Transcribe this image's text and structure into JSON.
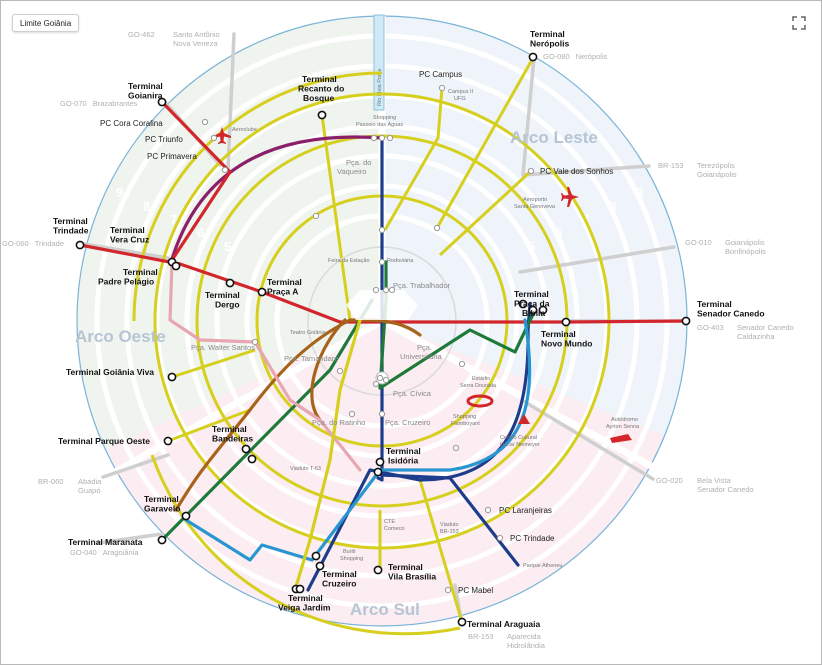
{
  "controls": {
    "toggle_label": "Limite Goiânia"
  },
  "colors": {
    "ring_main": "#d6cf1e",
    "red": "#d2262c",
    "purple": "#8c1f6a",
    "navy": "#1e3c8c",
    "green": "#1f7a3a",
    "cyan": "#2996d1",
    "brown": "#a8631b",
    "pink": "#e7a6b2",
    "highway": "#cfcfcf",
    "outer_ring": "#7ab4d8"
  },
  "arcos": [
    "Arco Leste",
    "Arco Oeste",
    "Arco Sul"
  ],
  "icons": [
    "airplane-icon",
    "airplane-icon",
    "stadium-icon",
    "monument-icon",
    "race-car-icon",
    "expand-icon"
  ],
  "ring_numbers": [
    "9",
    "8",
    "7",
    "6",
    "5",
    "9",
    "8",
    "7",
    "6",
    "5"
  ],
  "terminals": {
    "goianira": [
      "Terminal",
      "Goianira"
    ],
    "recanto": [
      "Terminal",
      "Recanto do",
      "Bosque"
    ],
    "neropolis": [
      "Terminal",
      "Nerópolis"
    ],
    "trindade": [
      "Terminal",
      "Trindade"
    ],
    "vera_cruz": [
      "Terminal",
      "Vera Cruz"
    ],
    "padre_pelagio": [
      "Terminal",
      "Padre Pelágio"
    ],
    "dergo": [
      "Terminal",
      "Dergo"
    ],
    "praca_a": [
      "Terminal",
      "Praça A"
    ],
    "praca_biblia": [
      "Terminal",
      "Praça da",
      "Bíblia"
    ],
    "novo_mundo": [
      "Terminal",
      "Novo Mundo"
    ],
    "senador_canedo": [
      "Terminal",
      "Senador Canedo"
    ],
    "goiania_viva": [
      "Terminal Goiânia Viva"
    ],
    "parque_oeste": [
      "Terminal Parque Oeste"
    ],
    "bandeiras": [
      "Terminal",
      "Bandeiras"
    ],
    "garavelo": [
      "Terminal",
      "Garavelo"
    ],
    "maranata": [
      "Terminal Maranata"
    ],
    "isidoria": [
      "Terminal",
      "Isidória"
    ],
    "cruzeiro": [
      "Terminal",
      "Cruzeiro"
    ],
    "vila_brasilia": [
      "Terminal",
      "Vila Brasília"
    ],
    "veiga_jardim": [
      "Terminal",
      "Veiga Jardim"
    ],
    "araguaia": [
      "Terminal Araguaia"
    ]
  },
  "pcs": {
    "cora_coralina": "PC Cora Coralina",
    "triunfo": "PC Triunfo",
    "primavera": "PC Primavera",
    "campus": "PC Campus",
    "vale_sonhos": "PC Vale dos Sonhos",
    "laranjeiras": "PC Laranjeiras",
    "trindade": "PC Trindade",
    "mabel": "PC Mabel"
  },
  "stations": {
    "pca_vaqueiro": [
      "Pça. do",
      "Vaqueiro"
    ],
    "pca_trabalhador": "Pça. Trabalhador",
    "pca_universitaria": [
      "Pça.",
      "Universitária"
    ],
    "pca_civica": "Pça. Cívica",
    "pca_cruzeiro": "Pça. Cruzeiro",
    "pca_ratinho": "Pça. do Ratinho",
    "pca_tamandare": "Pça. Tamandaré",
    "pca_walter": "Pça. Walter Santos"
  },
  "highways": {
    "go462": [
      "GO-462",
      "Santo Antônio",
      "Nova Veneza"
    ],
    "go070": [
      "GO-070",
      "Brazabrantes"
    ],
    "go080": [
      "GO-080",
      "Nerópolis"
    ],
    "br153n": [
      "BR-153",
      "Terezópolis",
      "Goianápolis"
    ],
    "go010": [
      "GO-010",
      "Goianápolis",
      "Bonfinópolis"
    ],
    "go060": [
      "GO-060",
      "Trindade"
    ],
    "go403": [
      "GO-403",
      "Senador Canedo",
      "Caldazinha"
    ],
    "br060": [
      "BR-060",
      "Abadia",
      "Guapó"
    ],
    "go020": [
      "GO-020",
      "Bela Vista",
      "Senador Canedo"
    ],
    "go040": [
      "GO-040",
      "Aragoiânia"
    ],
    "br153s": [
      "BR-153",
      "Aparecida",
      "Hidrolândia"
    ]
  },
  "small_labels": {
    "mega_ponta": "Rio Meia Ponte",
    "shopping_passeio": [
      "Shopping",
      "Passeio das Águas"
    ],
    "aeroclube": "Aeroclube",
    "campus_ufg": [
      "Campus II",
      "UFG"
    ],
    "aeroporto": [
      "Aeroporto",
      "Santa Genoveva"
    ],
    "feira": "Feira da Estação",
    "rodoviaria": "Rodoviária",
    "teatro": "Teatro Goiânia",
    "estadio": [
      "Estádio",
      "Serra Dourada"
    ],
    "shopping_flamboyant": [
      "Shopping",
      "Flamboyant"
    ],
    "centro_cultural": [
      "Centro Cultural",
      "Oscar Niemeyer"
    ],
    "autodromo": [
      "Autódromo",
      "Ayrton Senna"
    ],
    "viaduto_t63": "Viaduto T-63",
    "cte": [
      "CTE",
      "Comeco"
    ],
    "viaduto_br153": [
      "Viaduto",
      "BR-153"
    ],
    "buriti": [
      "Buriti",
      "Shopping"
    ],
    "parque_atheneu": "Parque Atheneu"
  }
}
